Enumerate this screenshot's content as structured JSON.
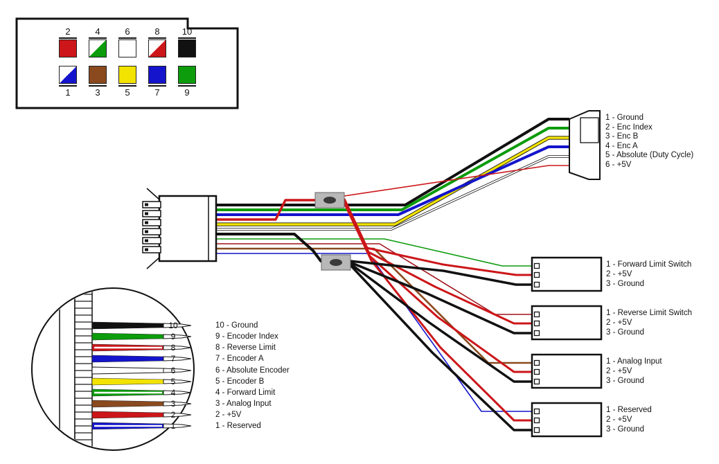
{
  "pinout": {
    "top_row": [
      {
        "pin": "2",
        "color": "red"
      },
      {
        "pin": "4",
        "color": "green-white"
      },
      {
        "pin": "6",
        "color": "white"
      },
      {
        "pin": "8",
        "color": "red-white"
      },
      {
        "pin": "10",
        "color": "black"
      }
    ],
    "bottom_row": [
      {
        "pin": "1",
        "color": "blue-white"
      },
      {
        "pin": "3",
        "color": "brown"
      },
      {
        "pin": "5",
        "color": "yellow"
      },
      {
        "pin": "7",
        "color": "blue"
      },
      {
        "pin": "9",
        "color": "green"
      }
    ]
  },
  "encoder_connector": {
    "pins": [
      "1 - Ground",
      "2 - Enc Index",
      "3 - Enc B",
      "4 - Enc A",
      "5 - Absolute (Duty Cycle)",
      "6 - +5V"
    ]
  },
  "peripheral_connectors": [
    {
      "name": "forward-limit-switch",
      "pins": [
        "1 - Forward Limit Switch",
        "2 - +5V",
        "3 - Ground"
      ]
    },
    {
      "name": "reverse-limit-switch",
      "pins": [
        "1 - Reverse Limit Switch",
        "2 - +5V",
        "3 - Ground"
      ]
    },
    {
      "name": "analog-input",
      "pins": [
        "1 - Analog Input",
        "2 - +5V",
        "3 - Ground"
      ]
    },
    {
      "name": "reserved",
      "pins": [
        "1 - Reserved",
        "2 - +5V",
        "3 - Ground"
      ]
    }
  ],
  "magnified_view": {
    "wires": [
      {
        "num": "10",
        "label": "10 - Ground",
        "color": "black"
      },
      {
        "num": "9",
        "label": "9 - Encoder Index",
        "color": "green"
      },
      {
        "num": "8",
        "label": "8 - Reverse Limit",
        "color": "red-white"
      },
      {
        "num": "7",
        "label": "7 - Encoder A",
        "color": "blue"
      },
      {
        "num": "6",
        "label": "6 - Absolute Encoder",
        "color": "white"
      },
      {
        "num": "5",
        "label": "5 - Encoder B",
        "color": "yellow"
      },
      {
        "num": "4",
        "label": "4 - Forward Limit",
        "color": "green-white"
      },
      {
        "num": "3",
        "label": "3 - Analog Input",
        "color": "brown"
      },
      {
        "num": "2",
        "label": "2 - +5V",
        "color": "red"
      },
      {
        "num": "1",
        "label": "1 - Reserved",
        "color": "blue-white"
      }
    ]
  },
  "colors": {
    "red": "#cc1619",
    "dark_red": "#a2121a",
    "green": "#0c9c0c",
    "blue": "#1414cc",
    "yellow": "#f2e300",
    "brown": "#8a4a1e",
    "black": "#111111",
    "white": "#ffffff",
    "junction_gray": "#b8b8b8"
  }
}
